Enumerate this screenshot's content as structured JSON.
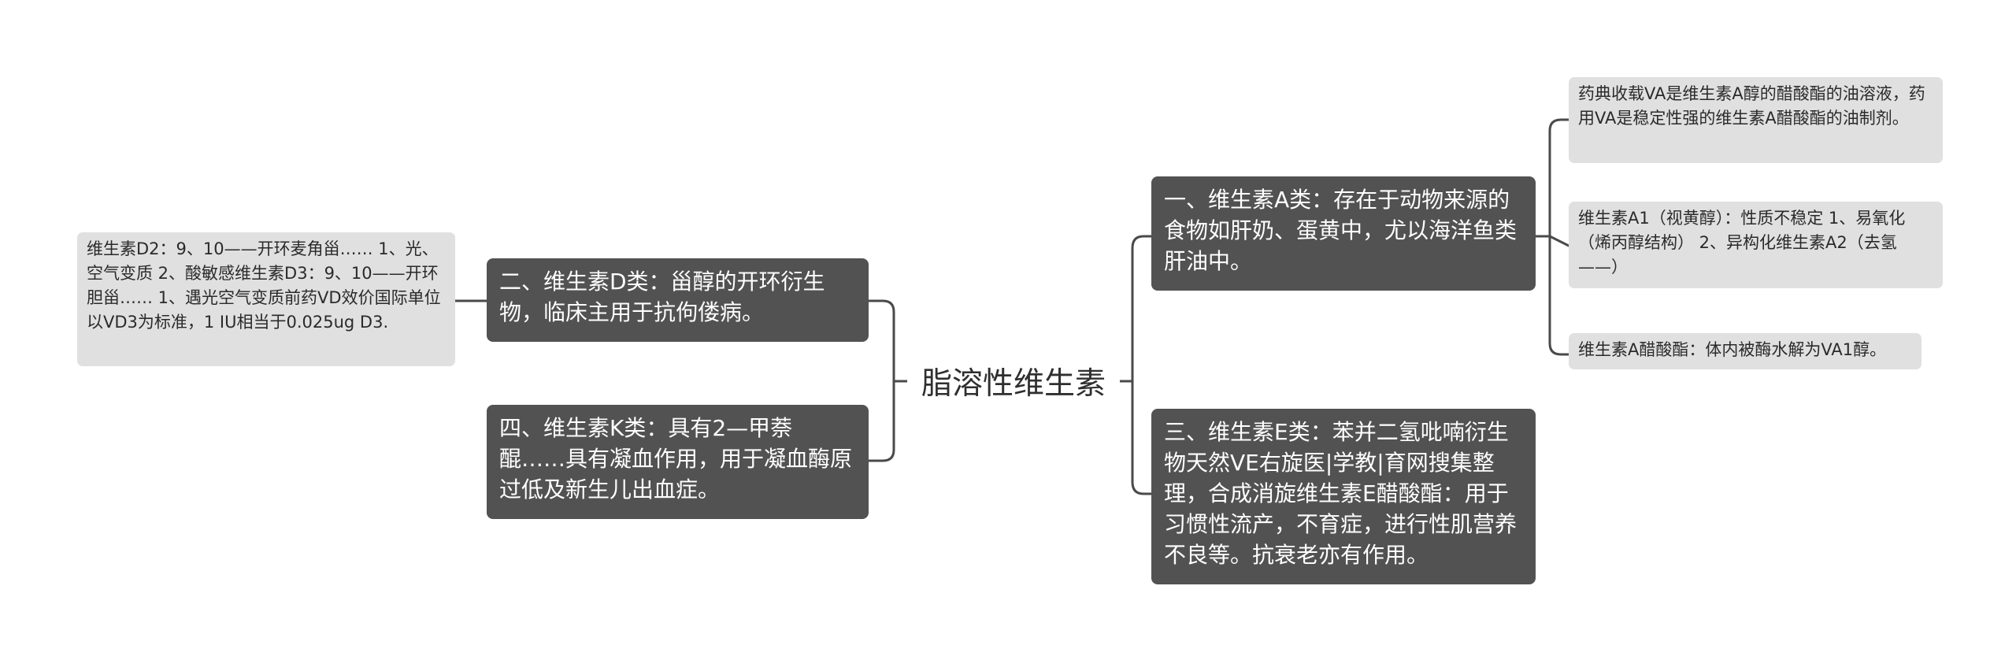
{
  "root": "脂溶性维生素",
  "branches": {
    "vitamin_a": {
      "text": "一、维生素A类：存在于动物来源的食物如肝奶、蛋黄中，尤以海洋鱼类肝油中。",
      "children": [
        "药典收载VA是维生素A醇的醋酸酯的油溶液，药用VA是稳定性强的维生素A醋酸酯的油制剂。",
        "维生素A1（视黄醇）：性质不稳定 1、易氧化（烯丙醇结构） 2、异构化维生素A2（去氢——）",
        "维生素A醋酸酯：体内被酶水解为VA1醇。"
      ]
    },
    "vitamin_e": {
      "text": "三、维生素E类：苯并二氢吡喃衍生物天然VE右旋医|学教|育网搜集整理，合成消旋维生素E醋酸酯：用于习惯性流产，不育症，进行性肌营养不良等。抗衰老亦有作用。"
    },
    "vitamin_d": {
      "text": "二、维生素D类：甾醇的开环衍生物，临床主用于抗佝偻病。",
      "children": [
        "维生素D2：9、10——开环麦角甾…… 1、光、空气变质 2、酸敏感维生素D3：9、10——开环胆甾…… 1、遇光空气变质前药VD效价国际单位以VD3为标准，1 IU相当于0.025ug D3."
      ]
    },
    "vitamin_k": {
      "text": "四、维生素K类：具有2—甲萘醌……具有凝血作用，用于凝血酶原过低及新生儿出血症。"
    }
  },
  "colors": {
    "branch_box": "#525252",
    "leaf_box": "#e0e0e0",
    "connector": "#4a4a4a",
    "root_text": "#2f2f2f"
  }
}
